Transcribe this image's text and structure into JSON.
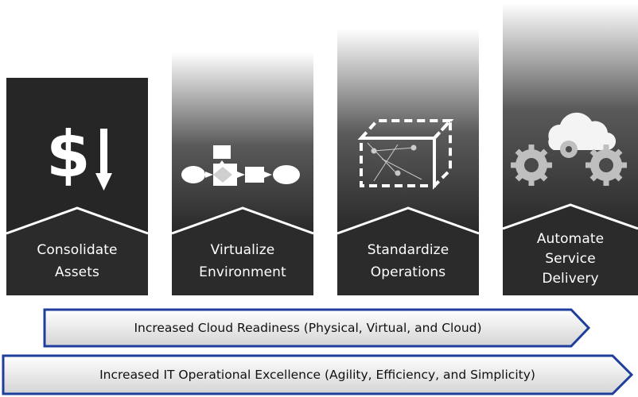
{
  "steps": [
    {
      "label_line1": "Consolidate",
      "label_line2": "Assets",
      "icon": "dollar-down-arrow-icon"
    },
    {
      "label_line1": "Virtualize",
      "label_line2": "Environment",
      "icon": "process-flow-icon"
    },
    {
      "label_line1": "Standardize",
      "label_line2": "Operations",
      "icon": "network-cube-icon"
    },
    {
      "label_line1": "Automate",
      "label_line2": "Service",
      "label_line3": "Delivery",
      "icon": "cloud-gears-icon"
    }
  ],
  "arrows": [
    {
      "text": "Increased Cloud Readiness (Physical, Virtual, and Cloud)"
    },
    {
      "text": "Increased IT Operational Excellence (Agility, Efficiency, and Simplicity)"
    }
  ],
  "colors": {
    "pillar_dark": "#2b2b2b",
    "pillar_light": "#ffffff",
    "arrow_border": "#1f3e9c",
    "arrow_fill_top": "#ffffff",
    "arrow_fill_bottom": "#dcdcdc"
  }
}
